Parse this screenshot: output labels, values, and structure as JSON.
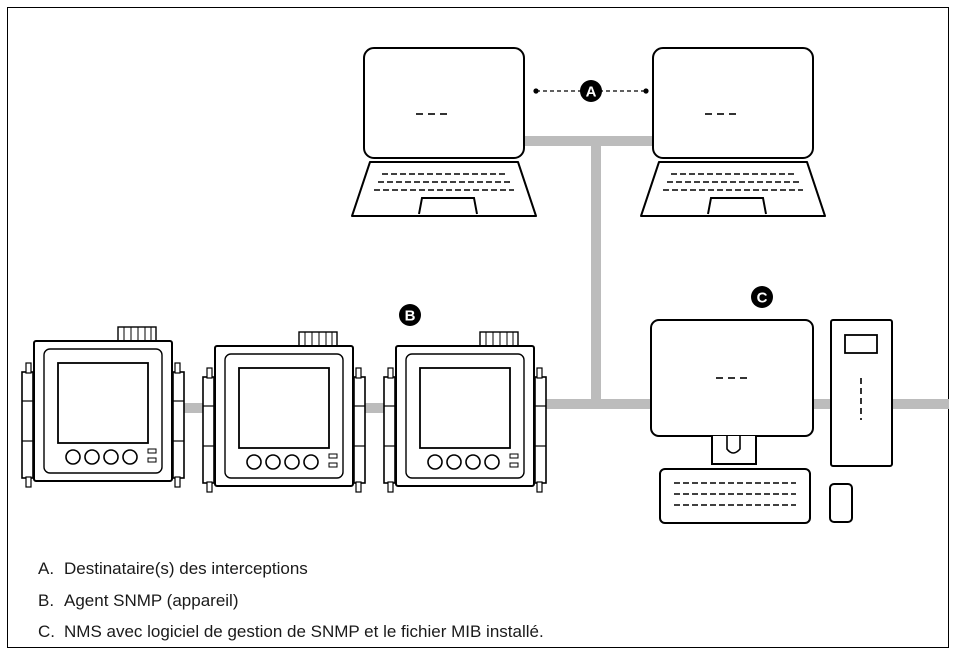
{
  "diagram": {
    "callouts": {
      "a": "A",
      "b": "B",
      "c": "C"
    },
    "screen_placeholder": "- - -"
  },
  "legend": [
    {
      "letter": "A.",
      "text": "Destinataire(s) des interceptions"
    },
    {
      "letter": "B.",
      "text": "Agent SNMP (appareil)"
    },
    {
      "letter": "C.",
      "text": "NMS avec logiciel de gestion de SNMP et le fichier MIB installé."
    }
  ],
  "colors": {
    "network_line": "#bcbcbc",
    "stroke": "#000000",
    "callout_fill": "#000000"
  }
}
